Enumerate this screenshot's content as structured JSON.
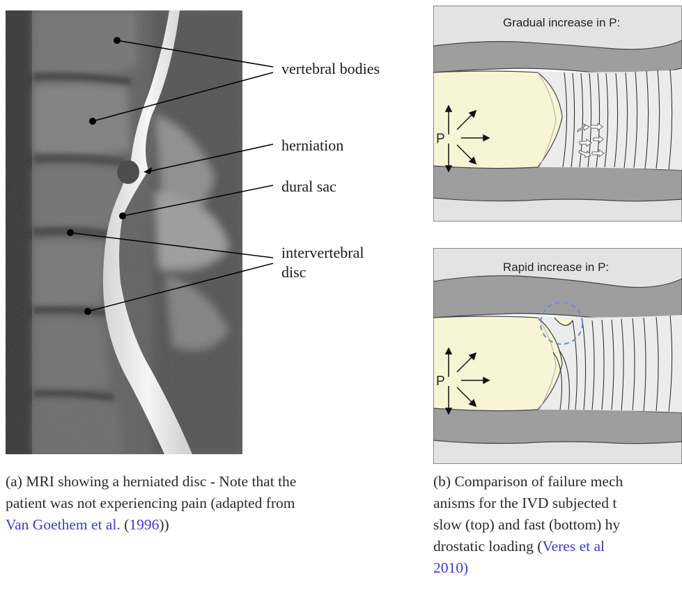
{
  "figure_a": {
    "labels": {
      "vertebral_bodies": "vertebral bodies",
      "herniation": "herniation",
      "dural_sac": "dural sac",
      "intervertebral_line1": "intervertebral",
      "intervertebral_line2": "disc"
    },
    "caption": {
      "prefix": "(a) MRI showing a herniated disc - Note that the",
      "line2": "patient was not experiencing pain (adapted from",
      "cite_author": "Van Goethem et al.",
      "cite_open": " (",
      "cite_year": "1996",
      "cite_close": "))"
    }
  },
  "figure_b": {
    "top_title": "Gradual increase in P:",
    "bottom_title": "Rapid increase in P:",
    "pressure_symbol": "P",
    "caption": {
      "line1": "(b) Comparison of failure mech",
      "line2": "anisms for the IVD subjected t",
      "line3": "slow (top) and fast (bottom) hy",
      "line4_prefix": "drostatic loading (",
      "line4_cite": "Veres et al",
      "line5": "2010)"
    }
  },
  "colors": {
    "citation": "#3b3bd0",
    "nucleus_fill": "#f7f5d6",
    "endplate_gray": "#9e9e9e",
    "annulus_fill": "#e9e9e9",
    "failure_circle": "#6b8cc8"
  }
}
